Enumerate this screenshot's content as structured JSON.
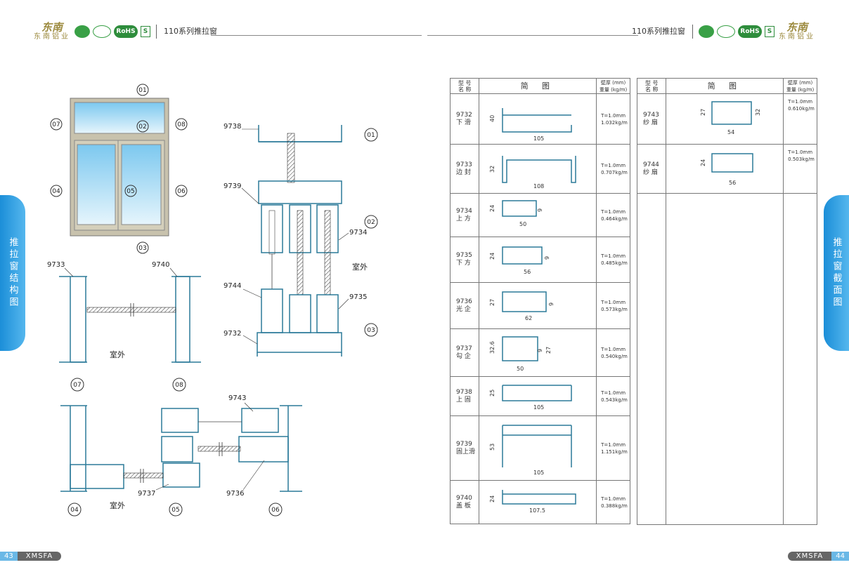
{
  "header": {
    "brand_logo": "东南",
    "brand_name": "东南铝业",
    "series_title": "110系列推拉窗",
    "certs": {
      "rohs": "RoHS",
      "box": "S"
    }
  },
  "side_tabs": {
    "left": "推拉窗结构图",
    "right": "推拉窗截面图"
  },
  "footer": {
    "left_page": "43",
    "right_page": "44",
    "brand": "XMSFA"
  },
  "structure": {
    "callouts": [
      "01",
      "02",
      "03",
      "04",
      "05",
      "06",
      "07",
      "08"
    ],
    "part_labels": {
      "p9738": "9738",
      "p9739": "9739",
      "p9734": "9734",
      "p9744": "9744",
      "p9735": "9735",
      "p9732": "9732",
      "p9733": "9733",
      "p9740": "9740",
      "p9743": "9743",
      "p9737": "9737",
      "p9736": "9736"
    },
    "outdoor": "室外"
  },
  "table_left": {
    "headers": {
      "code": "型 号\n名 称",
      "figure": "简 图",
      "spec": "壁厚 (mm)\n重量 (kg/m)"
    },
    "rows": [
      {
        "code": "9732",
        "name": "下 滑",
        "t": "T=1.0mm",
        "w": "1.032kg/m",
        "dims": [
          "40",
          "105"
        ]
      },
      {
        "code": "9733",
        "name": "边 封",
        "t": "T=1.0mm",
        "w": "0.707kg/m",
        "dims": [
          "32",
          "108"
        ]
      },
      {
        "code": "9734",
        "name": "上 方",
        "t": "T=1.0mm",
        "w": "0.464kg/m",
        "dims": [
          "24",
          "9",
          "50"
        ]
      },
      {
        "code": "9735",
        "name": "下 方",
        "t": "T=1.0mm",
        "w": "0.485kg/m",
        "dims": [
          "24",
          "9",
          "56"
        ]
      },
      {
        "code": "9736",
        "name": "光 企",
        "t": "T=1.0mm",
        "w": "0.573kg/m",
        "dims": [
          "27",
          "9",
          "62"
        ]
      },
      {
        "code": "9737",
        "name": "勾 企",
        "t": "T=1.0mm",
        "w": "0.540kg/m",
        "dims": [
          "32.6",
          "9",
          "27",
          "50"
        ]
      },
      {
        "code": "9738",
        "name": "上 固",
        "t": "T=1.0mm",
        "w": "0.543kg/m",
        "dims": [
          "25",
          "105"
        ]
      },
      {
        "code": "9739",
        "name": "固上滑",
        "t": "T=1.0mm",
        "w": "1.151kg/m",
        "dims": [
          "53",
          "105"
        ]
      },
      {
        "code": "9740",
        "name": "盖 板",
        "t": "T=1.0mm",
        "w": "0.388kg/m",
        "dims": [
          "24",
          "107.5"
        ]
      }
    ]
  },
  "table_right": {
    "headers": {
      "code": "型 号\n名 称",
      "figure": "简 图",
      "spec": "壁厚 (mm)\n重量 (kg/m)"
    },
    "rows": [
      {
        "code": "9743",
        "name": "纱 扇",
        "t": "T=1.0mm",
        "w": "0.610kg/m",
        "dims": [
          "27",
          "32",
          "54"
        ]
      },
      {
        "code": "9744",
        "name": "纱 扇",
        "t": "T=1.0mm",
        "w": "0.503kg/m",
        "dims": [
          "24",
          "56"
        ]
      }
    ]
  },
  "colors": {
    "profile": "#2b7a99",
    "tab": "#2a9be0",
    "glass": "#8fd0f0",
    "frame": "#c8c2ad"
  }
}
